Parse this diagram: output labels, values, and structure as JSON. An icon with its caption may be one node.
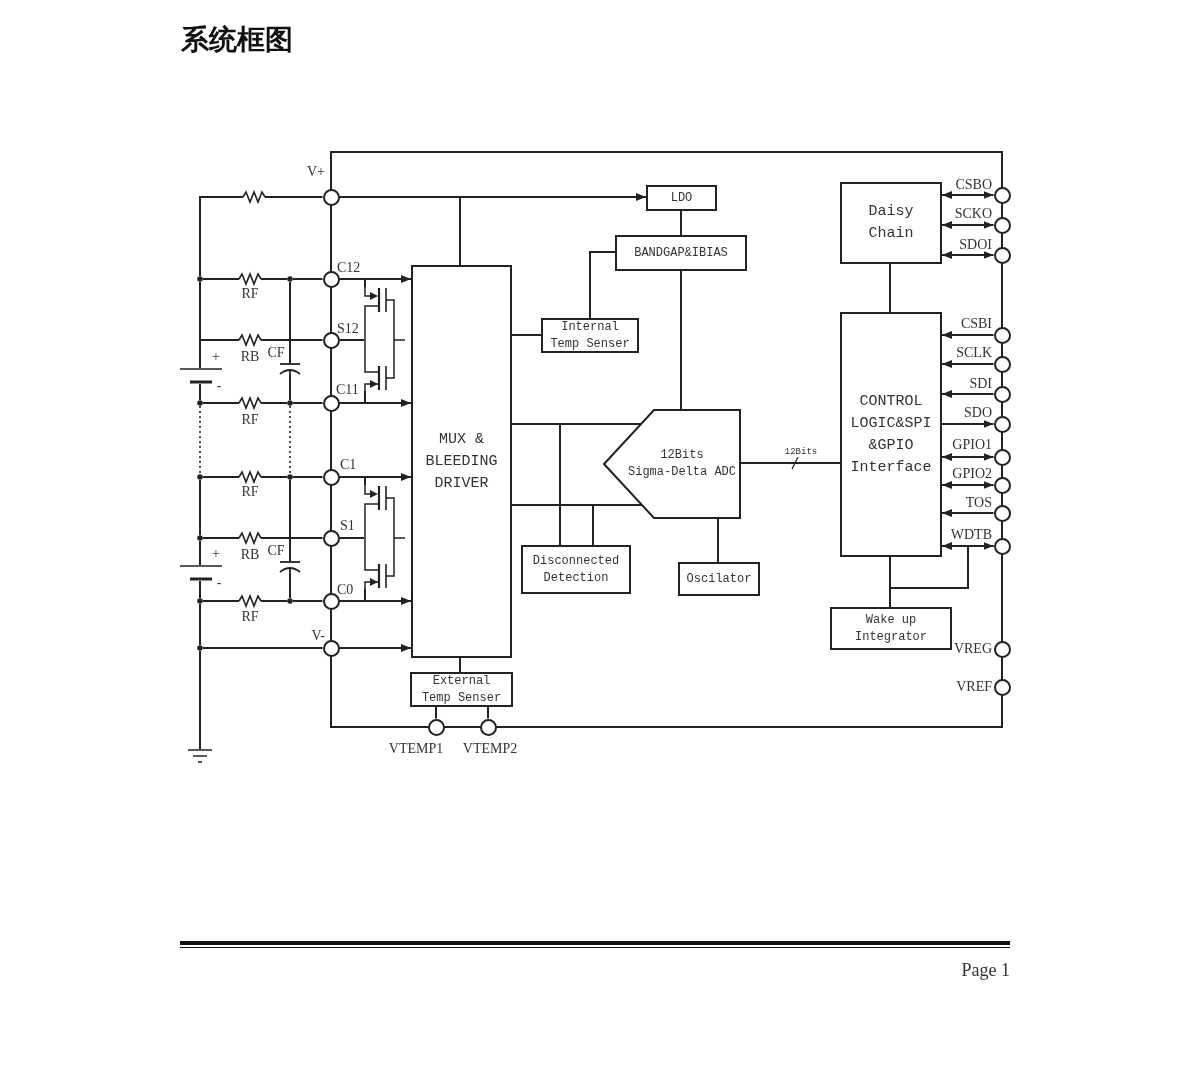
{
  "diagram": {
    "title": "系统框图",
    "nodes": [
      {
        "text": [],
        "shape": "box"
      },
      {
        "text": [],
        "shape": "circle",
        "beside": [
          "V+"
        ]
      },
      {
        "text": [],
        "shape": "circle",
        "beside": [
          "C12"
        ]
      },
      {
        "text": [],
        "shape": "circle",
        "beside": [
          "S12"
        ]
      },
      {
        "text": [],
        "shape": "circle",
        "beside": [
          "C11"
        ]
      },
      {
        "text": [],
        "shape": "circle",
        "beside": [
          "C1"
        ]
      },
      {
        "text": [],
        "shape": "circle",
        "beside": [
          "S1"
        ]
      },
      {
        "text": [],
        "shape": "circle",
        "beside": [
          "C0"
        ]
      },
      {
        "text": [],
        "shape": "circle",
        "beside": [
          "V-"
        ]
      },
      {
        "text": [
          "LDO"
        ],
        "in": 0
      },
      {
        "text": [
          "BANDGAP&IBIAS"
        ],
        "in": 0
      },
      {
        "text": [
          "MUX & BLEEDING DRIVER"
        ],
        "in": 0
      },
      {
        "text": [
          "Internal Temp Senser"
        ],
        "in": 0
      },
      {
        "text": [
          "12Bits Sigma-Delta ADC"
        ],
        "in": 0
      },
      {
        "text": [
          "Disconnected Detection"
        ],
        "in": 0
      },
      {
        "text": [
          "Oscilator"
        ],
        "in": 0
      },
      {
        "text": [
          "External Temp Senser"
        ],
        "in": 0
      },
      {
        "text": [
          "Daisy Chain"
        ],
        "in": 0
      },
      {
        "text": [
          "CONTROL LOGIC&SPI &GPIO Interface"
        ],
        "in": 0
      },
      {
        "text": [
          "Wake up Integrator"
        ],
        "in": 0
      },
      {
        "text": [],
        "shape": "circle",
        "beside": [
          "CSBO"
        ]
      },
      {
        "text": [],
        "shape": "circle",
        "beside": [
          "SCKO"
        ]
      },
      {
        "text": [],
        "shape": "circle",
        "beside": [
          "SDOI"
        ]
      },
      {
        "text": [],
        "shape": "circle",
        "beside": [
          "CSBI"
        ]
      },
      {
        "text": [],
        "shape": "circle",
        "beside": [
          "SCLK"
        ]
      },
      {
        "text": [],
        "shape": "circle",
        "beside": [
          "SDI"
        ]
      },
      {
        "text": [],
        "shape": "circle",
        "beside": [
          "SDO"
        ]
      },
      {
        "text": [],
        "shape": "circle",
        "beside": [
          "GPIO1"
        ]
      },
      {
        "text": [],
        "shape": "circle",
        "beside": [
          "GPIO2"
        ]
      },
      {
        "text": [],
        "shape": "circle",
        "beside": [
          "TOS"
        ]
      },
      {
        "text": [],
        "shape": "circle",
        "beside": [
          "WDTB"
        ]
      },
      {
        "text": [],
        "shape": "circle",
        "beside": [
          "VREG"
        ]
      },
      {
        "text": [],
        "shape": "circle",
        "beside": [
          "VREF"
        ]
      },
      {
        "text": [],
        "shape": "circle",
        "beside": [
          "VTEMP1"
        ]
      },
      {
        "text": [],
        "shape": "circle",
        "beside": [
          "VTEMP2"
        ]
      },
      {
        "text": [],
        "shape": "resistor"
      },
      {
        "text": [],
        "shape": "dot"
      },
      {
        "text": [],
        "shape": "resistor",
        "beside": [
          "RF"
        ]
      },
      {
        "text": [],
        "shape": "dot"
      },
      {
        "text": [],
        "shape": "resistor",
        "beside": [
          "RB"
        ]
      },
      {
        "text": [],
        "shape": "capacitor",
        "beside": [
          "CF"
        ]
      },
      {
        "text": [],
        "shape": "battery",
        "beside": [
          "+",
          "-"
        ]
      },
      {
        "text": [],
        "shape": "dot"
      },
      {
        "text": [],
        "shape": "resistor",
        "beside": [
          "RF"
        ]
      },
      {
        "text": [],
        "shape": "dot"
      },
      {
        "text": [],
        "shape": "dot"
      },
      {
        "text": [],
        "shape": "resistor",
        "beside": [
          "RF"
        ]
      },
      {
        "text": [],
        "shape": "dot"
      },
      {
        "text": [],
        "shape": "dot"
      },
      {
        "text": [],
        "shape": "resistor",
        "beside": [
          "RB"
        ]
      },
      {
        "text": [],
        "shape": "capacitor",
        "beside": [
          "CF"
        ]
      },
      {
        "text": [],
        "shape": "battery",
        "beside": [
          "+",
          "-"
        ]
      },
      {
        "text": [],
        "shape": "dot"
      },
      {
        "text": [],
        "shape": "resistor",
        "beside": [
          "RF"
        ]
      },
      {
        "text": [],
        "shape": "dot"
      },
      {
        "text": [],
        "shape": "dot"
      },
      {
        "text": [],
        "shape": "ground"
      },
      {
        "text": [],
        "shape": "transistor",
        "in": 0
      },
      {
        "text": [],
        "shape": "transistor",
        "in": 0
      }
    ],
    "edges": [
      {
        "from": 1,
        "to": 9,
        "arrow": "to"
      },
      {
        "from": 1,
        "to": 11,
        "arrow": "none"
      },
      {
        "from": 2,
        "to": 11,
        "arrow": "to"
      },
      {
        "from": 4,
        "to": 11,
        "arrow": "to"
      },
      {
        "from": 5,
        "to": 11,
        "arrow": "to"
      },
      {
        "from": 7,
        "to": 11,
        "arrow": "to"
      },
      {
        "from": 8,
        "to": 11,
        "arrow": "to"
      },
      {
        "from": 9,
        "to": 10,
        "arrow": "none"
      },
      {
        "from": 12,
        "to": 10,
        "arrow": "none"
      },
      {
        "from": 11,
        "to": 12,
        "arrow": "none"
      },
      {
        "from": 10,
        "to": 13,
        "arrow": "none"
      },
      {
        "from": 11,
        "to": 13,
        "arrow": "none"
      },
      {
        "from": 11,
        "to": 13,
        "arrow": "none"
      },
      {
        "from": 14,
        "to": 11,
        "arrow": "none"
      },
      {
        "from": 14,
        "to": 13,
        "arrow": "none"
      },
      {
        "from": 13,
        "to": 15,
        "arrow": "none"
      },
      {
        "from": 13,
        "to": 18,
        "arrow": "none",
        "label": "12Bits"
      },
      {
        "from": 11,
        "to": 16,
        "arrow": "none"
      },
      {
        "from": 16,
        "to": 33,
        "arrow": "none"
      },
      {
        "from": 16,
        "to": 34,
        "arrow": "none"
      },
      {
        "from": 17,
        "to": 18,
        "arrow": "none"
      },
      {
        "from": 17,
        "to": 20,
        "arrow": "both"
      },
      {
        "from": 17,
        "to": 21,
        "arrow": "both"
      },
      {
        "from": 17,
        "to": 22,
        "arrow": "both"
      },
      {
        "from": 23,
        "to": 18,
        "arrow": "to"
      },
      {
        "from": 24,
        "to": 18,
        "arrow": "to"
      },
      {
        "from": 25,
        "to": 18,
        "arrow": "to"
      },
      {
        "from": 18,
        "to": 26,
        "arrow": "to"
      },
      {
        "from": 18,
        "to": 27,
        "arrow": "both"
      },
      {
        "from": 18,
        "to": 28,
        "arrow": "both"
      },
      {
        "from": 29,
        "to": 18,
        "arrow": "to"
      },
      {
        "from": 18,
        "to": 30,
        "arrow": "both"
      },
      {
        "from": 18,
        "to": 19,
        "arrow": "none"
      },
      {
        "from": 30,
        "to": 19,
        "arrow": "none"
      },
      {
        "from": 35,
        "to": 1,
        "arrow": "none"
      },
      {
        "from": 36,
        "to": 35,
        "arrow": "none"
      },
      {
        "from": 36,
        "to": 37,
        "arrow": "none"
      },
      {
        "from": 37,
        "to": 38,
        "arrow": "none"
      },
      {
        "from": 38,
        "to": 2,
        "arrow": "none"
      },
      {
        "from": 36,
        "to": 39,
        "arrow": "none"
      },
      {
        "from": 39,
        "to": 3,
        "arrow": "none"
      },
      {
        "from": 39,
        "to": 41,
        "arrow": "none"
      },
      {
        "from": 38,
        "to": 40,
        "arrow": "none"
      },
      {
        "from": 40,
        "to": 44,
        "arrow": "none"
      },
      {
        "from": 41,
        "to": 42,
        "arrow": "none"
      },
      {
        "from": 42,
        "to": 43,
        "arrow": "none"
      },
      {
        "from": 43,
        "to": 44,
        "arrow": "none"
      },
      {
        "from": 44,
        "to": 4,
        "arrow": "none"
      },
      {
        "from": 42,
        "to": 45,
        "arrow": "none",
        "style": "dashed"
      },
      {
        "from": 44,
        "to": 47,
        "arrow": "none",
        "style": "dashed"
      },
      {
        "from": 45,
        "to": 46,
        "arrow": "none"
      },
      {
        "from": 46,
        "to": 47,
        "arrow": "none"
      },
      {
        "from": 47,
        "to": 5,
        "arrow": "none"
      },
      {
        "from": 45,
        "to": 48,
        "arrow": "none"
      },
      {
        "from": 48,
        "to": 49,
        "arrow": "none"
      },
      {
        "from": 49,
        "to": 6,
        "arrow": "none"
      },
      {
        "from": 48,
        "to": 51,
        "arrow": "none"
      },
      {
        "from": 47,
        "to": 50,
        "arrow": "none"
      },
      {
        "from": 50,
        "to": 54,
        "arrow": "none"
      },
      {
        "from": 51,
        "to": 52,
        "arrow": "none"
      },
      {
        "from": 52,
        "to": 53,
        "arrow": "none"
      },
      {
        "from": 53,
        "to": 54,
        "arrow": "none"
      },
      {
        "from": 54,
        "to": 7,
        "arrow": "none"
      },
      {
        "from": 52,
        "to": 55,
        "arrow": "none"
      },
      {
        "from": 55,
        "to": 8,
        "arrow": "none"
      },
      {
        "from": 55,
        "to": 56,
        "arrow": "none"
      },
      {
        "from": 2,
        "to": 57,
        "arrow": "none"
      },
      {
        "from": 3,
        "to": 57,
        "arrow": "none"
      },
      {
        "from": 57,
        "to": 4,
        "arrow": "none"
      },
      {
        "from": 5,
        "to": 58,
        "arrow": "none"
      },
      {
        "from": 6,
        "to": 58,
        "arrow": "none"
      },
      {
        "from": 58,
        "to": 7,
        "arrow": "none"
      }
    ],
    "labels": [
      "Page 1"
    ]
  }
}
